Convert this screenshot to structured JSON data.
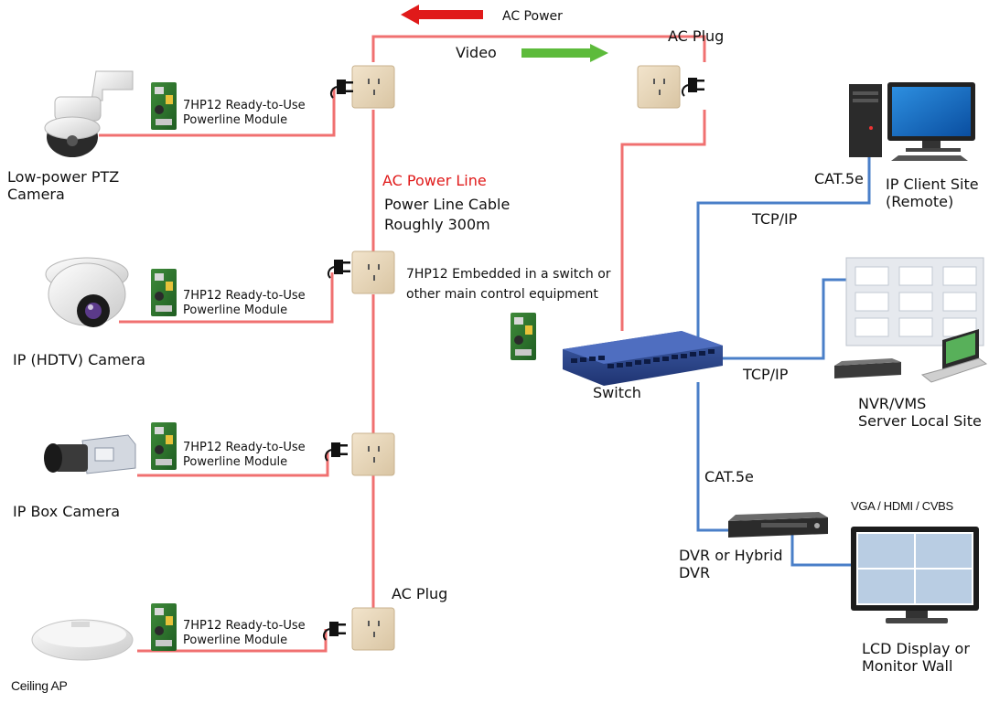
{
  "arrows": {
    "ac_power": "AC Power",
    "video": "Video"
  },
  "plugs": {
    "top_right": "AC Plug",
    "bottom": "AC Plug"
  },
  "power_line": {
    "title": "AC Power Line",
    "cable": "Power Line Cable",
    "length": "Roughly 300m"
  },
  "module_label": {
    "name": "7HP12  Ready-to-Use",
    "sub": "Powerline Module"
  },
  "embedded": {
    "line1": "7HP12  Embedded in a switch or",
    "line2": "other main control equipment"
  },
  "cameras": [
    {
      "line1": "Low-power PTZ",
      "line2": "Camera"
    },
    {
      "line1": "IP (HDTV) Camera"
    },
    {
      "line1": "IP Box Camera"
    },
    {
      "line1": "Ceiling AP"
    }
  ],
  "network": {
    "switch": "Switch",
    "cat5e_top": "CAT.5e",
    "cat5e_mid": "CAT.5e",
    "tcpip_top": "TCP/IP",
    "tcpip_mid": "TCP/IP"
  },
  "client": {
    "line1": "IP Client Site",
    "line2": "(Remote)"
  },
  "nvr": {
    "line1": "NVR/VMS",
    "line2": "Server Local Site"
  },
  "dvr": {
    "line1": "DVR or Hybrid",
    "line2": "DVR"
  },
  "display": {
    "ports": "VGA / HDMI / CVBS",
    "line1": "LCD Display or",
    "line2": "Monitor Wall"
  },
  "colors": {
    "power_line": "#f07070",
    "network_line": "#4a7fc8",
    "arrow_red": "#e01a1a",
    "arrow_green": "#5dbb3b"
  }
}
